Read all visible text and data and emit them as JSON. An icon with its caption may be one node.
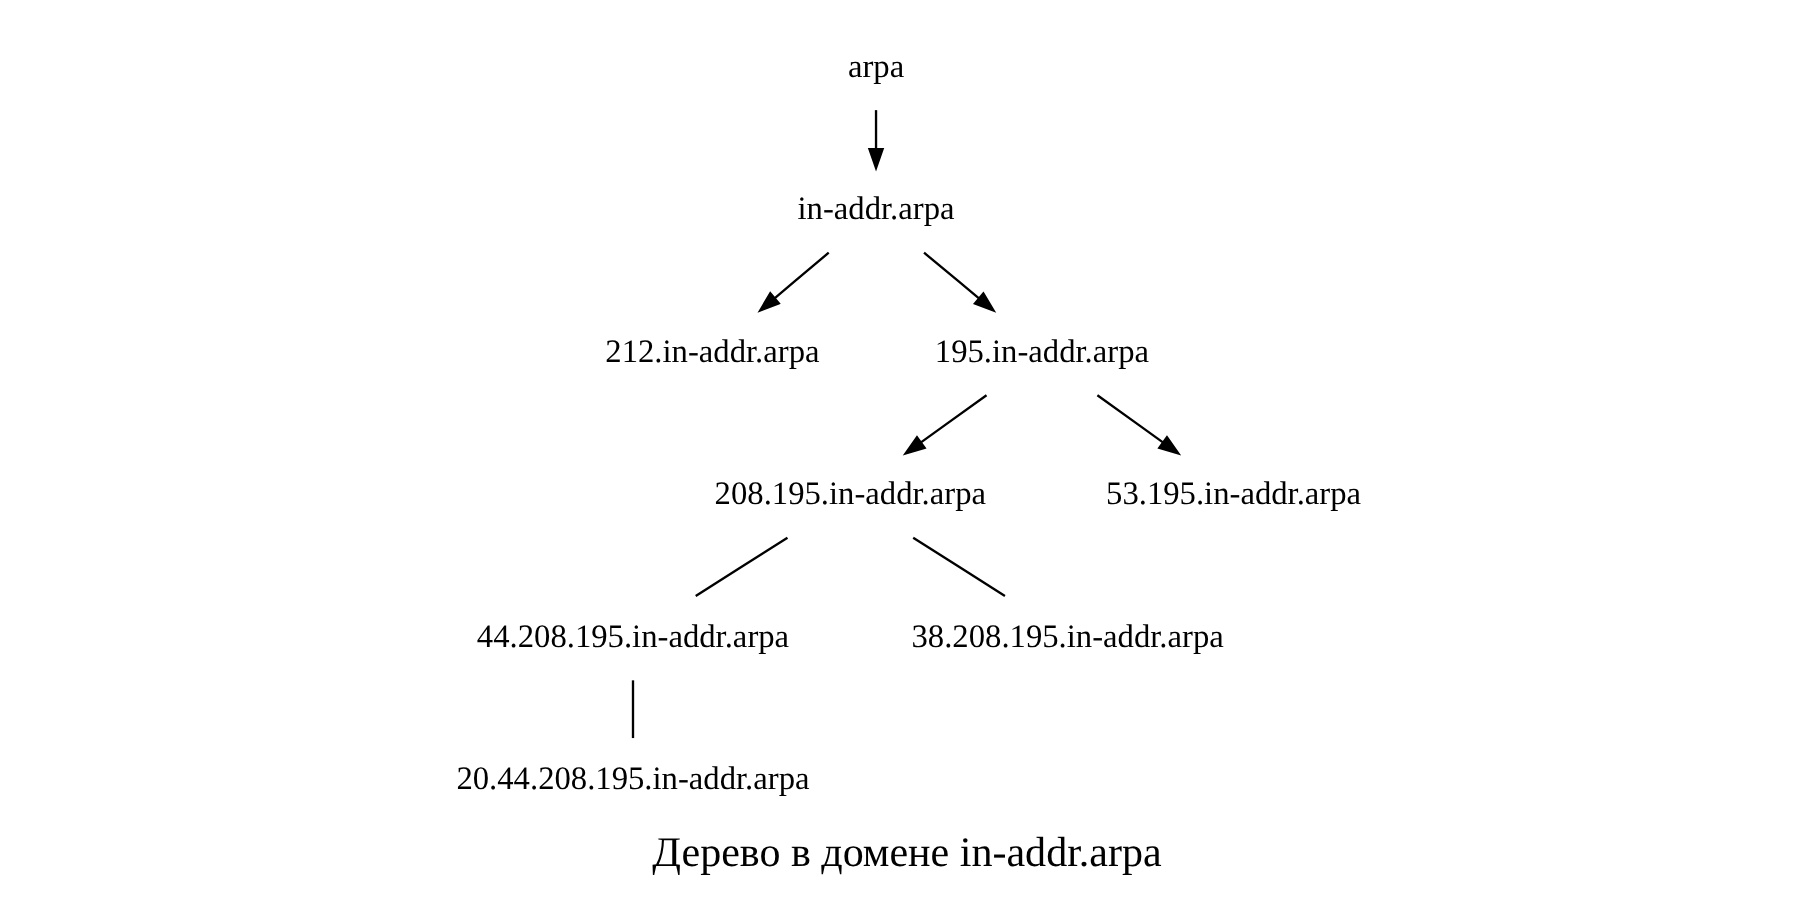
{
  "diagram": {
    "caption": "Дерево в домене in-addr.arpa",
    "nodes": [
      {
        "text": [
          "arpa"
        ]
      },
      {
        "text": [
          "in-addr.arpa"
        ]
      },
      {
        "text": [
          "212.in-addr.arpa"
        ]
      },
      {
        "text": [
          "195.in-addr.arpa"
        ]
      },
      {
        "text": [
          "208.195.in-addr.arpa"
        ]
      },
      {
        "text": [
          "53.195.in-addr.arpa"
        ]
      },
      {
        "text": [
          "44.208.195.in-addr.arpa"
        ]
      },
      {
        "text": [
          "38.208.195.in-addr.arpa"
        ]
      },
      {
        "text": [
          "20.44.208.195.in-addr.arpa"
        ]
      }
    ],
    "edges": [
      {
        "from": 0,
        "to": 1,
        "arrow": "to"
      },
      {
        "from": 1,
        "to": 2,
        "arrow": "to"
      },
      {
        "from": 1,
        "to": 3,
        "arrow": "to"
      },
      {
        "from": 3,
        "to": 4,
        "arrow": "to"
      },
      {
        "from": 3,
        "to": 5,
        "arrow": "to"
      },
      {
        "from": 4,
        "to": 6,
        "arrow": "none"
      },
      {
        "from": 4,
        "to": 7,
        "arrow": "none"
      },
      {
        "from": 6,
        "to": 8,
        "arrow": "none"
      }
    ]
  }
}
